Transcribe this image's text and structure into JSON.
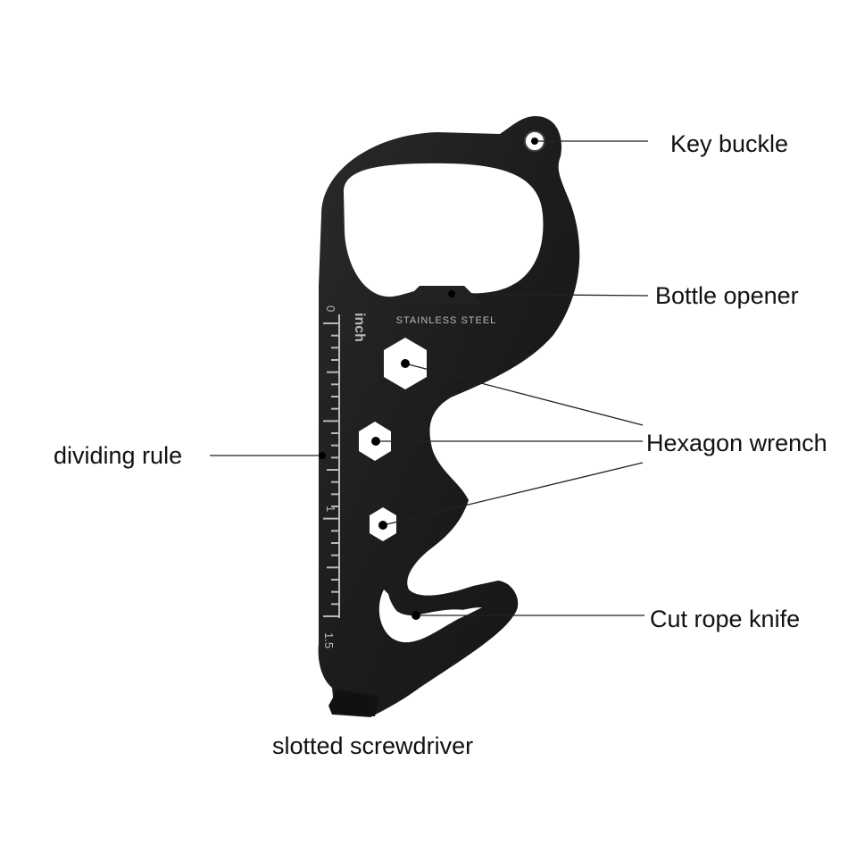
{
  "colors": {
    "background": "#ffffff",
    "tool_body": "#1f1f1f",
    "engraving": "#b9b9b9",
    "leader_line": "#222222",
    "label_text": "#111111"
  },
  "tool": {
    "engraving": "STAINLESS STEEL",
    "ruler": {
      "unit": "inch",
      "mark_start": "0",
      "mark_mid": "1",
      "mark_end": "1.5"
    }
  },
  "labels": {
    "key_buckle": "Key buckle",
    "bottle_opener": "Bottle opener",
    "hexagon_wrench": "Hexagon wrench",
    "dividing_rule": "dividing rule",
    "cut_rope_knife": "Cut rope knife",
    "slotted_screwdriver": "slotted screwdriver"
  }
}
